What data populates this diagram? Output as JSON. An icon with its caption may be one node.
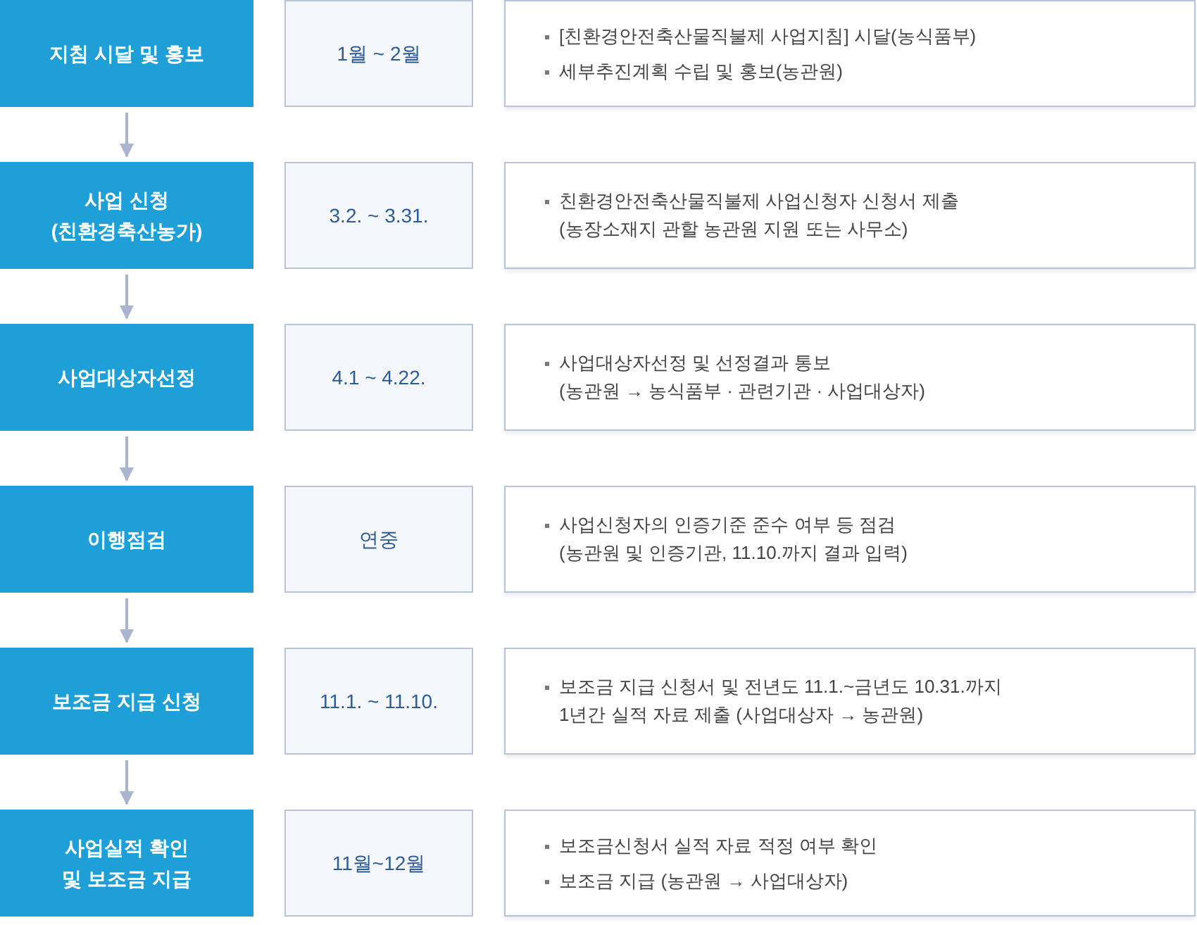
{
  "diagram": {
    "nodes": [
      {
        "text": [
          "지침 시달 및 홍보"
        ]
      },
      {
        "text": [
          "1월 ~ 2월"
        ]
      },
      {
        "text": [
          "[친환경안전축산물직불제 사업지침] 시달(농식품부)",
          "세부추진계획 수립 및 홍보(농관원)"
        ]
      },
      {
        "text": [
          "사업 신청 (친환경축산농가)"
        ]
      },
      {
        "text": [
          "3.2. ~ 3.31."
        ]
      },
      {
        "text": [
          "친환경안전축산물직불제 사업신청자 신청서 제출 (농장소재지 관할 농관원 지원 또는 사무소)"
        ]
      },
      {
        "text": [
          "사업대상자선정"
        ]
      },
      {
        "text": [
          "4.1 ~ 4.22."
        ]
      },
      {
        "text": [
          "사업대상자선정 및 선정결과 통보 (농관원 → 농식품부 · 관련기관 · 사업대상자)"
        ]
      },
      {
        "text": [
          "이행점검"
        ]
      },
      {
        "text": [
          "연중"
        ]
      },
      {
        "text": [
          "사업신청자의 인증기준 준수 여부 등 점검 (농관원 및 인증기관, 11.10.까지 결과 입력)"
        ]
      },
      {
        "text": [
          "보조금 지급 신청"
        ]
      },
      {
        "text": [
          "11.1. ~ 11.10."
        ]
      },
      {
        "text": [
          "보조금 지급 신청서 및 전년도 11.1.~금년도 10.31.까지 1년간 실적 자료 제출 (사업대상자 → 농관원)"
        ]
      },
      {
        "text": [
          "사업실적 확인 및 보조금 지급"
        ]
      },
      {
        "text": [
          "11월~12월"
        ]
      },
      {
        "text": [
          "보조금신청서 실적 자료 적정 여부 확인",
          "보조금 지급 (농관원 → 사업대상자)"
        ]
      }
    ],
    "edges": [
      {
        "from": 0,
        "to": 3,
        "arrow": "to"
      },
      {
        "from": 3,
        "to": 6,
        "arrow": "to"
      },
      {
        "from": 6,
        "to": 9,
        "arrow": "to"
      },
      {
        "from": 9,
        "to": 12,
        "arrow": "to"
      },
      {
        "from": 12,
        "to": 15,
        "arrow": "to"
      }
    ]
  }
}
